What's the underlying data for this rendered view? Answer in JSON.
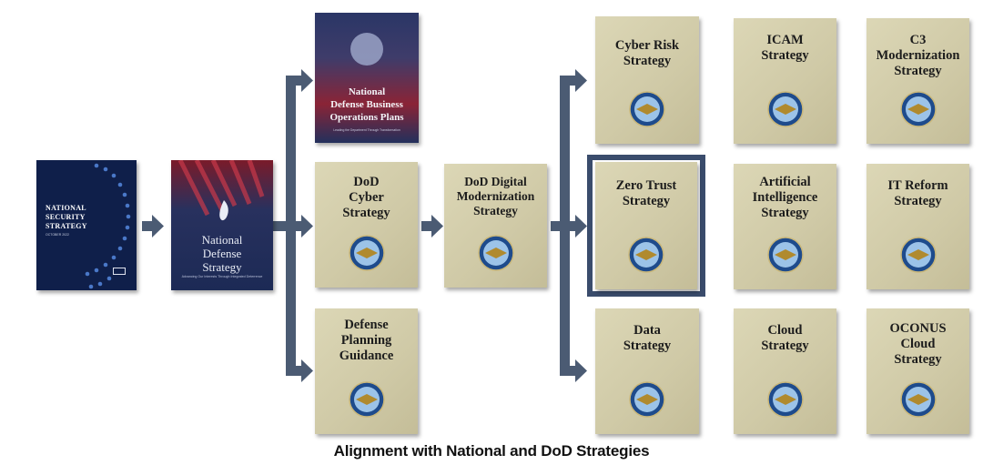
{
  "covers": {
    "nss": {
      "title_lines": [
        "NATIONAL",
        "SECURITY",
        "STRATEGY"
      ],
      "date": "OCTOBER 2022",
      "emblem": "white-house-emblem"
    },
    "nds": {
      "title_lines": [
        "National",
        "Defense",
        "Strategy"
      ],
      "subtitle": "Advancing Our Interests Through Integrated Deterrence"
    },
    "ndbop": {
      "title_lines": [
        "National",
        "Defense Business",
        "Operations Plans"
      ],
      "subtitle": "Leading the Department Through Transformation"
    }
  },
  "books": {
    "dod_cyber": "DoD Cyber Strategy",
    "dpg": "Defense Planning Guidance",
    "dod_digital": "DoD Digital Modernization Strategy",
    "cyber_risk": "Cyber Risk Strategy",
    "icam": "ICAM Strategy",
    "c3": "C3 Modernization Strategy",
    "zero_trust": "Zero Trust Strategy",
    "ai": "Artificial Intelligence Strategy",
    "it_reform": "IT Reform Strategy",
    "data": "Data Strategy",
    "cloud": "Cloud Strategy",
    "oconus": "OCONUS Cloud Strategy"
  },
  "highlight_color": "#3a4c6c",
  "arrow_color": "#4b5b73",
  "caption": "Alignment with National and DoD Strategies",
  "icons": {
    "seal": "dod-seal-icon"
  }
}
